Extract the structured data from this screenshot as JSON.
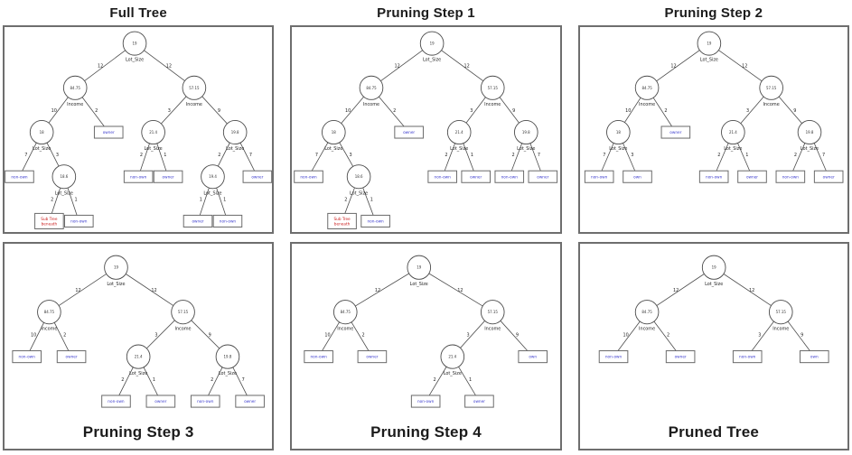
{
  "figure": {
    "description_colors": {
      "leaf_label_text": "#3a3acd",
      "pruned_subtree_marker_text": "#cc2222",
      "node_outline": "#4a4a4a",
      "panel_border": "#6e6e6e",
      "title_text": "#1b1b1b"
    }
  },
  "panels": [
    {
      "title": "Full Tree",
      "title_position": "top",
      "tree": {
        "value": "19",
        "split": "Lot_Size",
        "edges": [
          {
            "label": "12",
            "node": {
              "value": "84.75",
              "split": "Income",
              "edges": [
                {
                  "label": "10",
                  "node": {
                    "value": "18",
                    "split": "Lot_Size",
                    "edges": [
                      {
                        "label": "7",
                        "node": {
                          "leaf": "non-own"
                        }
                      },
                      {
                        "label": "3",
                        "node": {
                          "value": "18.6",
                          "split": "Lot_Size",
                          "edges": [
                            {
                              "label": "2",
                              "node": {
                                "leaf": "Sub Tree beneath",
                                "style": "pruned"
                              }
                            },
                            {
                              "label": "1",
                              "node": {
                                "leaf": "non-own"
                              }
                            }
                          ]
                        }
                      }
                    ]
                  }
                },
                {
                  "label": "2",
                  "node": {
                    "leaf": "owner"
                  }
                }
              ]
            }
          },
          {
            "label": "12",
            "node": {
              "value": "57.15",
              "split": "Income",
              "edges": [
                {
                  "label": "3",
                  "node": {
                    "value": "21.4",
                    "split": "Lot_Size",
                    "edges": [
                      {
                        "label": "2",
                        "node": {
                          "leaf": "non-own"
                        }
                      },
                      {
                        "label": "1",
                        "node": {
                          "leaf": "owner"
                        }
                      }
                    ]
                  }
                },
                {
                  "label": "9",
                  "node": {
                    "value": "19.8",
                    "split": "Lot_Size",
                    "edges": [
                      {
                        "label": "2",
                        "node": {
                          "value": "19.4",
                          "split": "Lot_Size",
                          "edges": [
                            {
                              "label": "1",
                              "node": {
                                "leaf": "owner"
                              }
                            },
                            {
                              "label": "1",
                              "node": {
                                "leaf": "non-own"
                              }
                            }
                          ]
                        }
                      },
                      {
                        "label": "7",
                        "node": {
                          "leaf": "owner"
                        }
                      }
                    ]
                  }
                }
              ]
            }
          }
        ]
      }
    },
    {
      "title": "Pruning Step 1",
      "title_position": "top",
      "tree": {
        "value": "19",
        "split": "Lot_Size",
        "edges": [
          {
            "label": "12",
            "node": {
              "value": "84.75",
              "split": "Income",
              "edges": [
                {
                  "label": "10",
                  "node": {
                    "value": "18",
                    "split": "Lot_Size",
                    "edges": [
                      {
                        "label": "7",
                        "node": {
                          "leaf": "non-own"
                        }
                      },
                      {
                        "label": "3",
                        "node": {
                          "value": "18.6",
                          "split": "Lot_Size",
                          "edges": [
                            {
                              "label": "2",
                              "node": {
                                "leaf": "Sub Tree beneath",
                                "style": "pruned"
                              }
                            },
                            {
                              "label": "1",
                              "node": {
                                "leaf": "non-own"
                              }
                            }
                          ]
                        }
                      }
                    ]
                  }
                },
                {
                  "label": "2",
                  "node": {
                    "leaf": "owner"
                  }
                }
              ]
            }
          },
          {
            "label": "12",
            "node": {
              "value": "57.15",
              "split": "Income",
              "edges": [
                {
                  "label": "3",
                  "node": {
                    "value": "21.4",
                    "split": "Lot_Size",
                    "edges": [
                      {
                        "label": "2",
                        "node": {
                          "leaf": "non-own"
                        }
                      },
                      {
                        "label": "1",
                        "node": {
                          "leaf": "owner"
                        }
                      }
                    ]
                  }
                },
                {
                  "label": "9",
                  "node": {
                    "value": "19.8",
                    "split": "Lot_Size",
                    "edges": [
                      {
                        "label": "2",
                        "node": {
                          "leaf": "non-own"
                        }
                      },
                      {
                        "label": "7",
                        "node": {
                          "leaf": "owner"
                        }
                      }
                    ]
                  }
                }
              ]
            }
          }
        ]
      }
    },
    {
      "title": "Pruning Step 2",
      "title_position": "top",
      "tree": {
        "value": "19",
        "split": "Lot_Size",
        "edges": [
          {
            "label": "12",
            "node": {
              "value": "84.75",
              "split": "Income",
              "edges": [
                {
                  "label": "10",
                  "node": {
                    "value": "18",
                    "split": "Lot_Size",
                    "edges": [
                      {
                        "label": "7",
                        "node": {
                          "leaf": "non-own"
                        }
                      },
                      {
                        "label": "3",
                        "node": {
                          "leaf": "own"
                        }
                      }
                    ]
                  }
                },
                {
                  "label": "2",
                  "node": {
                    "leaf": "owner"
                  }
                }
              ]
            }
          },
          {
            "label": "12",
            "node": {
              "value": "57.15",
              "split": "Income",
              "edges": [
                {
                  "label": "3",
                  "node": {
                    "value": "21.4",
                    "split": "Lot_Size",
                    "edges": [
                      {
                        "label": "2",
                        "node": {
                          "leaf": "non-own"
                        }
                      },
                      {
                        "label": "1",
                        "node": {
                          "leaf": "owner"
                        }
                      }
                    ]
                  }
                },
                {
                  "label": "9",
                  "node": {
                    "value": "19.8",
                    "split": "Lot_Size",
                    "edges": [
                      {
                        "label": "2",
                        "node": {
                          "leaf": "non-own"
                        }
                      },
                      {
                        "label": "7",
                        "node": {
                          "leaf": "owner"
                        }
                      }
                    ]
                  }
                }
              ]
            }
          }
        ]
      }
    },
    {
      "title": "Pruning Step 3",
      "title_position": "bottom",
      "tree": {
        "value": "19",
        "split": "Lot_Size",
        "edges": [
          {
            "label": "12",
            "node": {
              "value": "84.75",
              "split": "Income",
              "edges": [
                {
                  "label": "10",
                  "node": {
                    "leaf": "non-own"
                  }
                },
                {
                  "label": "2",
                  "node": {
                    "leaf": "owner"
                  }
                }
              ]
            }
          },
          {
            "label": "12",
            "node": {
              "value": "57.15",
              "split": "Income",
              "edges": [
                {
                  "label": "3",
                  "node": {
                    "value": "21.4",
                    "split": "Lot_Size",
                    "edges": [
                      {
                        "label": "2",
                        "node": {
                          "leaf": "non-own"
                        }
                      },
                      {
                        "label": "1",
                        "node": {
                          "leaf": "owner"
                        }
                      }
                    ]
                  }
                },
                {
                  "label": "9",
                  "node": {
                    "value": "19.8",
                    "split": "Lot_Size",
                    "edges": [
                      {
                        "label": "2",
                        "node": {
                          "leaf": "non-own"
                        }
                      },
                      {
                        "label": "7",
                        "node": {
                          "leaf": "owner"
                        }
                      }
                    ]
                  }
                }
              ]
            }
          }
        ]
      }
    },
    {
      "title": "Pruning Step 4",
      "title_position": "bottom",
      "tree": {
        "value": "19",
        "split": "Lot_Size",
        "edges": [
          {
            "label": "12",
            "node": {
              "value": "84.75",
              "split": "Income",
              "edges": [
                {
                  "label": "10",
                  "node": {
                    "leaf": "non-own"
                  }
                },
                {
                  "label": "2",
                  "node": {
                    "leaf": "owner"
                  }
                }
              ]
            }
          },
          {
            "label": "12",
            "node": {
              "value": "57.15",
              "split": "Income",
              "edges": [
                {
                  "label": "3",
                  "node": {
                    "value": "21.4",
                    "split": "Lot_Size",
                    "edges": [
                      {
                        "label": "2",
                        "node": {
                          "leaf": "non-own"
                        }
                      },
                      {
                        "label": "1",
                        "node": {
                          "leaf": "owner"
                        }
                      }
                    ]
                  }
                },
                {
                  "label": "9",
                  "node": {
                    "leaf": "own"
                  }
                }
              ]
            }
          }
        ]
      }
    },
    {
      "title": "Pruned Tree",
      "title_position": "bottom",
      "tree": {
        "value": "19",
        "split": "Lot_Size",
        "edges": [
          {
            "label": "12",
            "node": {
              "value": "84.75",
              "split": "Income",
              "edges": [
                {
                  "label": "10",
                  "node": {
                    "leaf": "non-own"
                  }
                },
                {
                  "label": "2",
                  "node": {
                    "leaf": "owner"
                  }
                }
              ]
            }
          },
          {
            "label": "12",
            "node": {
              "value": "57.15",
              "split": "Income",
              "edges": [
                {
                  "label": "3",
                  "node": {
                    "leaf": "non-own"
                  }
                },
                {
                  "label": "9",
                  "node": {
                    "leaf": "own"
                  }
                }
              ]
            }
          }
        ]
      }
    }
  ]
}
